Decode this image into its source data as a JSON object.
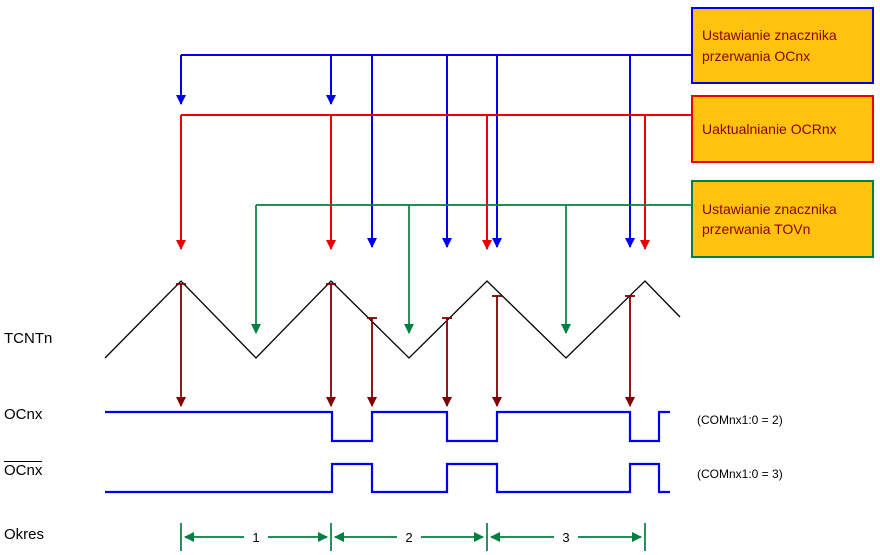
{
  "colors": {
    "blue": "#0000ee",
    "red": "#ee0000",
    "green": "#008040",
    "maroon": "#800000",
    "box_fill": "#ffc20e",
    "box_text": "#8b0000"
  },
  "boxes": {
    "oc_flag": {
      "line1": "Ustawianie znacznika",
      "line2": "przerwania OCnx"
    },
    "ocr_update": {
      "line1": "Uaktualnianie OCRnx"
    },
    "tov_flag": {
      "line1": "Ustawianie znacznika",
      "line2": "przerwania TOVn"
    }
  },
  "labels": {
    "tcnt": "TCNTn",
    "ocnx": "OCnx",
    "ocnx_inverted": "OCnx",
    "period": "Okres",
    "com_mode2": "(COMnx1:0 = 2)",
    "com_mode3": "(COMnx1:0 = 3)"
  },
  "periods": [
    "1",
    "2",
    "3"
  ]
}
